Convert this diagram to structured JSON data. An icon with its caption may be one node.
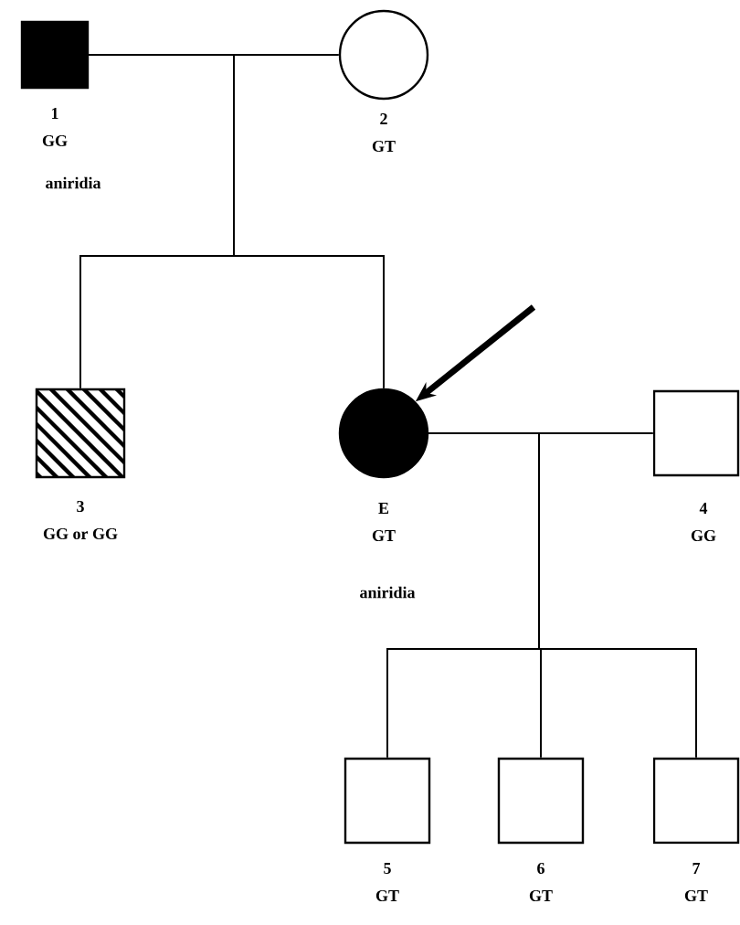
{
  "diagram": {
    "nodes": [
      {
        "text": [],
        "shape": "box",
        "beside": [
          "1",
          "GG",
          "aniridia"
        ]
      },
      {
        "text": [],
        "shape": "circle",
        "beside": [
          "2",
          "GT"
        ]
      },
      {
        "text": [],
        "shape": "box",
        "beside": [
          "3",
          "GG or GG"
        ]
      },
      {
        "text": [],
        "shape": "circle",
        "beside": [
          "E",
          "GT",
          "aniridia"
        ]
      },
      {
        "text": [],
        "shape": "box",
        "beside": [
          "4",
          "GG"
        ]
      },
      {
        "text": [],
        "shape": "box",
        "beside": [
          "5",
          "GT"
        ]
      },
      {
        "text": [],
        "shape": "box",
        "beside": [
          "6",
          "GT"
        ]
      },
      {
        "text": [],
        "shape": "box",
        "beside": [
          "7",
          "GT"
        ]
      }
    ],
    "edges": [
      {
        "from": 0,
        "to": 1,
        "arrow": "none"
      },
      {
        "from": 0,
        "to": 2,
        "arrow": "none"
      },
      {
        "from": 0,
        "to": 3,
        "arrow": "none"
      },
      {
        "from": 3,
        "to": 4,
        "arrow": "none"
      },
      {
        "from": 3,
        "to": 5,
        "arrow": "none"
      },
      {
        "from": 3,
        "to": 6,
        "arrow": "none"
      },
      {
        "from": 3,
        "to": 7,
        "arrow": "none"
      },
      {
        "from": null,
        "to": 3,
        "arrow": "to",
        "style": "thick"
      }
    ]
  }
}
